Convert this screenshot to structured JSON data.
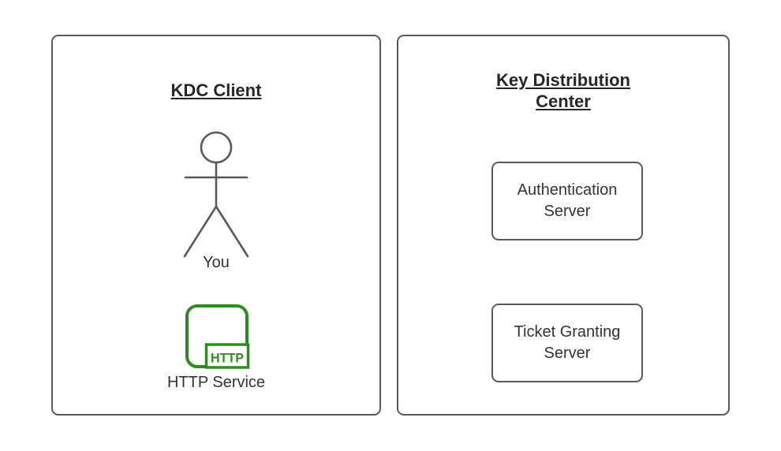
{
  "diagram": {
    "left_panel": {
      "title": "KDC Client",
      "actor_label": "You",
      "service_label": "HTTP Service",
      "service_badge": "HTTP"
    },
    "right_panel": {
      "title": "Key Distribution Center",
      "nodes": [
        {
          "label": "Authentication Server"
        },
        {
          "label": "Ticket Granting Server"
        }
      ]
    },
    "colors": {
      "panel_border": "#595959",
      "text": "#333333",
      "service_green": "#2e8b22",
      "background": "#ffffff"
    }
  }
}
